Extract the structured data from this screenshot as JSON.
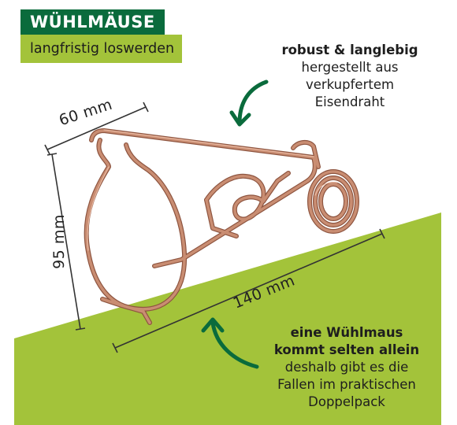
{
  "header": {
    "title": "WÜHLMÄUSE",
    "subtitle": "langfristig loswerden"
  },
  "callout_top": {
    "bold": "robust & langlebig",
    "lines": [
      "hergestellt aus",
      "verkupfertem",
      "Eisendraht"
    ]
  },
  "callout_bottom": {
    "bold_lines": [
      "eine Wühlmaus",
      "kommt selten allein"
    ],
    "lines": [
      "deshalb gibt es die",
      "Fallen im praktischen",
      "Doppelpack"
    ]
  },
  "dimensions": {
    "width": "60 mm",
    "height": "95 mm",
    "length": "140 mm"
  },
  "colors": {
    "dark_green": "#0a6b3c",
    "lime": "#a3c33a",
    "copper": "#c98d72",
    "copper_dark": "#8e5540",
    "copper_light": "#f0c2ab",
    "arrow": "#0a6b3c"
  },
  "icons": {
    "arrow_top": "curved-arrow-icon",
    "arrow_bottom": "curved-arrow-icon"
  }
}
